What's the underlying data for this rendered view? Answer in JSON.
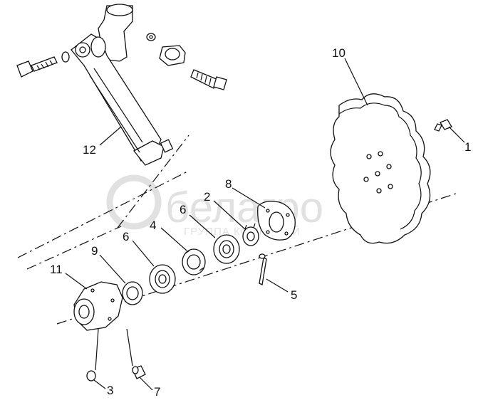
{
  "callouts": {
    "c1": "1",
    "c2": "2",
    "c3": "3",
    "c4": "4",
    "c5": "5",
    "c6a": "6",
    "c6b": "6",
    "c7": "7",
    "c8": "8",
    "c9": "9",
    "c10": "10",
    "c11": "11",
    "c12": "12"
  },
  "watermark": {
    "brand": "белагро",
    "subtitle": "ГРУППА КОМПАНИЙ"
  }
}
